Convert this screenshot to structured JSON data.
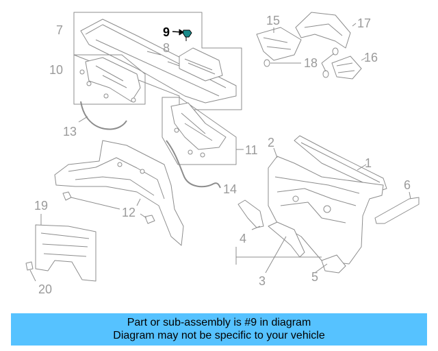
{
  "diagram": {
    "callouts": [
      {
        "id": "1",
        "label": "1",
        "highlighted": false
      },
      {
        "id": "2",
        "label": "2",
        "highlighted": false
      },
      {
        "id": "3",
        "label": "3",
        "highlighted": false
      },
      {
        "id": "4",
        "label": "4",
        "highlighted": false
      },
      {
        "id": "5",
        "label": "5",
        "highlighted": false
      },
      {
        "id": "6",
        "label": "6",
        "highlighted": false
      },
      {
        "id": "7",
        "label": "7",
        "highlighted": false
      },
      {
        "id": "8",
        "label": "8",
        "highlighted": false
      },
      {
        "id": "9",
        "label": "9",
        "highlighted": true
      },
      {
        "id": "10",
        "label": "10",
        "highlighted": false
      },
      {
        "id": "11",
        "label": "11",
        "highlighted": false
      },
      {
        "id": "12",
        "label": "12",
        "highlighted": false
      },
      {
        "id": "13",
        "label": "13",
        "highlighted": false
      },
      {
        "id": "14",
        "label": "14",
        "highlighted": false
      },
      {
        "id": "15",
        "label": "15",
        "highlighted": false
      },
      {
        "id": "16",
        "label": "16",
        "highlighted": false
      },
      {
        "id": "17",
        "label": "17",
        "highlighted": false
      },
      {
        "id": "18",
        "label": "18",
        "highlighted": false
      },
      {
        "id": "19",
        "label": "19",
        "highlighted": false
      },
      {
        "id": "20",
        "label": "20",
        "highlighted": false
      }
    ],
    "colors": {
      "line": "#8c8c8c",
      "part_fill": "#ffffff",
      "highlight": "#000000",
      "highlight_part": "#1a8a8a",
      "banner": "#56c2ff"
    }
  },
  "banner": {
    "line1": "Part or sub-assembly is #9 in diagram",
    "line2": "Diagram may not be specific to your vehicle"
  }
}
